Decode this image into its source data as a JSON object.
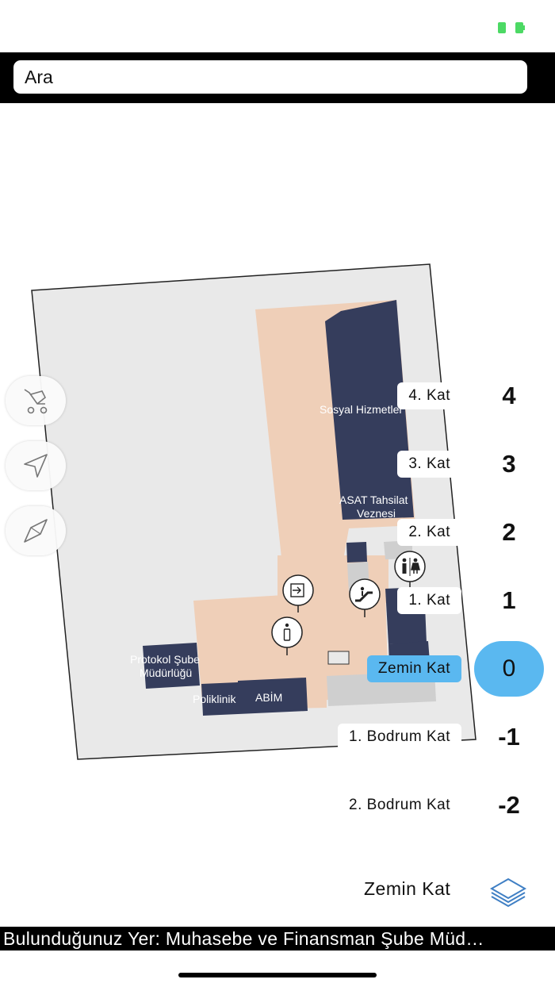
{
  "search": {
    "placeholder": "Ara"
  },
  "map": {
    "labels": {
      "sosyal": "Sosyal Hizmetler",
      "asat_1": "ASAT Tahsilat",
      "asat_2": "Veznesi",
      "protokol_1": "Protokol Şube",
      "protokol_2": "Müdürlüğü",
      "poliklinik": "Poliklinik",
      "abim": "ABİM"
    },
    "icons": [
      "exit-icon",
      "info-icon",
      "escalator-icon",
      "restroom-icon"
    ]
  },
  "tools": [
    "stroller-icon",
    "navigation-arrow-icon",
    "compass-icon"
  ],
  "floors": [
    {
      "label": "4. Kat",
      "number": "4",
      "selected": false
    },
    {
      "label": "3. Kat",
      "number": "3",
      "selected": false
    },
    {
      "label": "2. Kat",
      "number": "2",
      "selected": false
    },
    {
      "label": "1. Kat",
      "number": "1",
      "selected": false
    },
    {
      "label": "Zemin Kat",
      "number": "0",
      "selected": true
    },
    {
      "label": "1. Bodrum Kat",
      "number": "-1",
      "selected": false
    },
    {
      "label": "2. Bodrum Kat",
      "number": "-2",
      "selected": false
    }
  ],
  "current_floor": "Zemin Kat",
  "location": "Bulunduğunuz Yer: Muhasebe ve Finansman Şube Müd…",
  "colors": {
    "accent": "#5ab8f0",
    "building": "#efcfb8",
    "room": "#353d5c",
    "battery": "#4cd964"
  }
}
